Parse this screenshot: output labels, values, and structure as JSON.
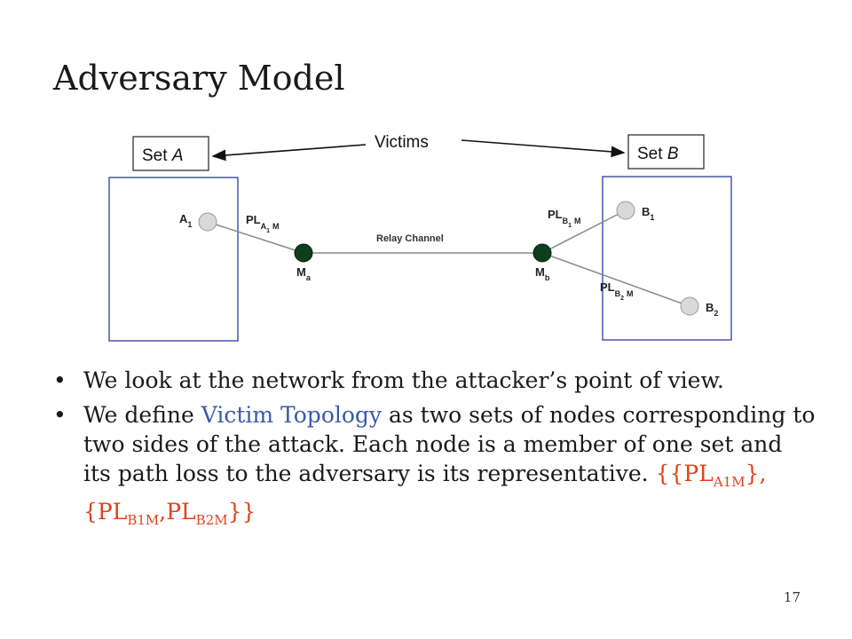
{
  "slide": {
    "title": "Adversary Model",
    "page_number": "17"
  },
  "diagram": {
    "victims_label": "Victims",
    "set_a_label": "Set ",
    "set_a_letter": "A",
    "set_b_label": "Set ",
    "set_b_letter": "B",
    "relay_channel_label": "Relay Channel",
    "nodes": {
      "a1": {
        "letter": "A",
        "sub": "1"
      },
      "b1": {
        "letter": "B",
        "sub": "1"
      },
      "b2": {
        "letter": "B",
        "sub": "2"
      },
      "ma": {
        "letter": "M",
        "sub": "a"
      },
      "mb": {
        "letter": "M",
        "sub": "b"
      }
    },
    "links": {
      "pl_a1m": {
        "base": "PL",
        "s1": "A",
        "s2": "1",
        "s3": "M"
      },
      "pl_b1m": {
        "base": "PL",
        "s1": "B",
        "s2": "1",
        "s3": "M"
      },
      "pl_b2m": {
        "base": "PL",
        "s1": "B",
        "s2": "2",
        "s3": "M"
      }
    },
    "colors": {
      "box_border": "#3b4aa8",
      "endpoint_fill": "#d9d9d9",
      "adversary_fill": "#0f3d1e"
    }
  },
  "bullets": [
    {
      "marker": "•",
      "text": "We look at the network from the attacker’s point of view."
    },
    {
      "marker": "•",
      "pre": "We define ",
      "highlight": "Victim Topology",
      "post": " as two sets of nodes corresponding to two sides of the attack. Each node is a member of one set and its path loss to the adversary is its representative. ",
      "formula": {
        "open": "{{",
        "pl1": "PL",
        "pl1_sub": "A1M",
        "mid": "},{",
        "pl2": "PL",
        "pl2_sub": "B1M",
        "comma": ",",
        "pl3": "PL",
        "pl3_sub": "B2M",
        "close": "}}"
      }
    }
  ],
  "colors": {
    "highlight": "#3b5aa6",
    "formula": "#e0431b"
  }
}
